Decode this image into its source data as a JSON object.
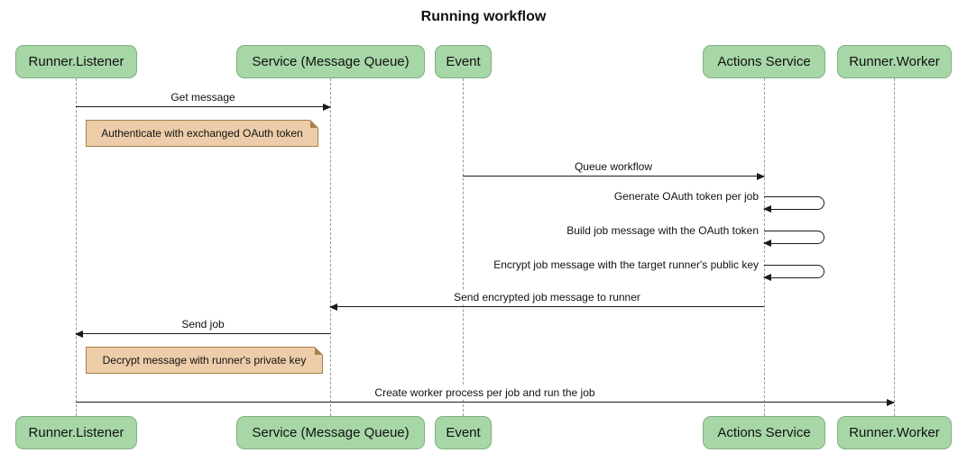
{
  "title": "Running workflow",
  "colors": {
    "actor-fill": "#A7D7A7",
    "actor-border": "#7FAF7F",
    "note-fill": "#EDCDA9",
    "note-border": "#A8804C",
    "line": "#1a1a1a",
    "lifeline": "#999999"
  },
  "participants": [
    {
      "id": "runner-listener",
      "label": "Runner.Listener"
    },
    {
      "id": "service-message-queue",
      "label": "Service (Message Queue)"
    },
    {
      "id": "event",
      "label": "Event"
    },
    {
      "id": "actions-service",
      "label": "Actions Service"
    },
    {
      "id": "runner-worker",
      "label": "Runner.Worker"
    }
  ],
  "messages": [
    {
      "text": "Get message",
      "from": "Runner.Listener",
      "to": "Service (Message Queue)",
      "type": "arrow"
    },
    {
      "text": "Queue workflow",
      "from": "Event",
      "to": "Actions Service",
      "type": "arrow"
    },
    {
      "text": "Generate OAuth token per job",
      "from": "Actions Service",
      "to": "Actions Service",
      "type": "self"
    },
    {
      "text": "Build job message with the OAuth token",
      "from": "Actions Service",
      "to": "Actions Service",
      "type": "self"
    },
    {
      "text": "Encrypt job message with the target runner's public key",
      "from": "Actions Service",
      "to": "Actions Service",
      "type": "self"
    },
    {
      "text": "Send encrypted job message to runner",
      "from": "Actions Service",
      "to": "Service (Message Queue)",
      "type": "arrow"
    },
    {
      "text": "Send job",
      "from": "Service (Message Queue)",
      "to": "Runner.Listener",
      "type": "arrow"
    },
    {
      "text": "Create worker process per job and run the job",
      "from": "Runner.Listener",
      "to": "Runner.Worker",
      "type": "arrow"
    }
  ],
  "notes": [
    {
      "text": "Authenticate with exchanged OAuth token",
      "over": "Runner.Listener"
    },
    {
      "text": "Decrypt message with runner's private key",
      "over": "Runner.Listener"
    }
  ]
}
